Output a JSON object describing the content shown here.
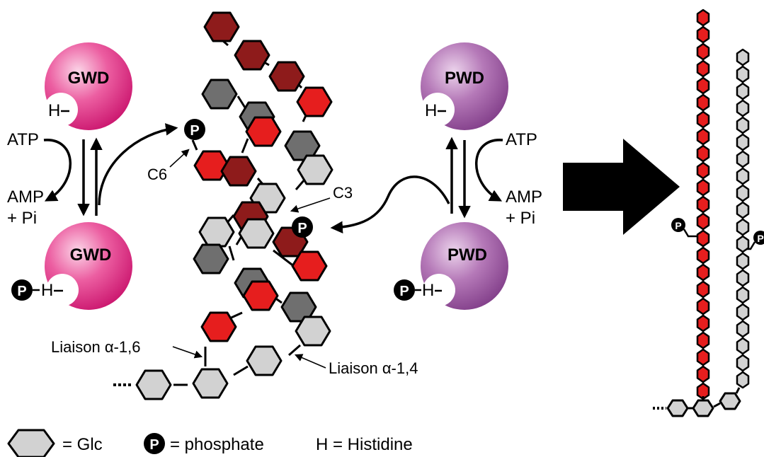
{
  "enzymes": {
    "gwd_top": "GWD",
    "gwd_bottom": "GWD",
    "pwd_top": "PWD",
    "pwd_bottom": "PWD",
    "histidine_symbol": "H",
    "phosphate_symbol": "P"
  },
  "reactions": {
    "left_atp": "ATP",
    "left_amp": "AMP",
    "left_pi": "+ Pi",
    "right_atp": "ATP",
    "right_amp": "AMP",
    "right_pi": "+ Pi"
  },
  "positions": {
    "c6": "C6",
    "c3": "C3"
  },
  "linkages": {
    "alpha16": "Liaison α-1,6",
    "alpha14": "Liaison α-1,4"
  },
  "legend": {
    "glc": "= Glc",
    "phosphate": "= phosphate",
    "histidine": "H = Histidine"
  },
  "colors": {
    "gwd_magenta": "#e0307f",
    "pwd_purple": "#a45aa8",
    "residue_red": "#e61e1e",
    "residue_dark_red": "#8e1b1b",
    "residue_dark_grey": "#6f6f6f",
    "residue_light_grey": "#d2d2d2"
  }
}
